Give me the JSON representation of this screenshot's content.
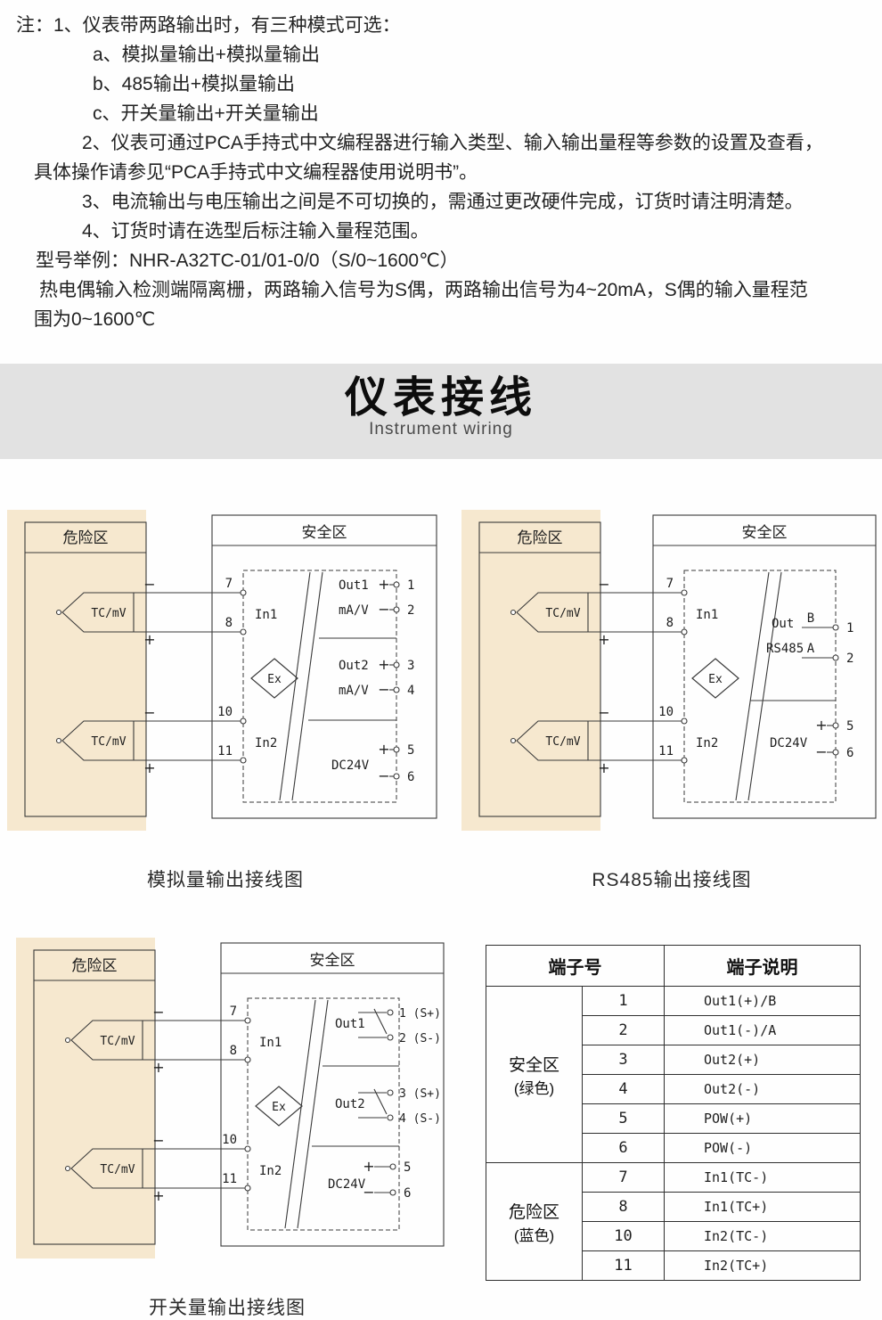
{
  "notes": {
    "line1": "注：1、仪表带两路输出时，有三种模式可选：",
    "line2": "a、模拟量输出+模拟量输出",
    "line3": "b、485输出+模拟量输出",
    "line4": "c、开关量输出+开关量输出",
    "line5": "2、仪表可通过PCA手持式中文编程器进行输入类型、输入输出量程等参数的设置及查看，",
    "line6": "具体操作请参见“PCA手持式中文编程器使用说明书”。",
    "line7": "3、电流输出与电压输出之间是不可切换的，需通过更改硬件完成，订货时请注明清楚。",
    "line8": "4、订货时请在选型后标注输入量程范围。",
    "line9": "型号举例：NHR-A32TC-01/01-0/0（S/0~1600℃）",
    "line10": "热电偶输入检测端隔离栅，两路输入信号为S偶，两路输出信号为4~20mA，S偶的输入量程范",
    "line11": "围为0~1600℃"
  },
  "banner": {
    "title": "仪表接线",
    "subtitle": "Instrument wiring"
  },
  "zones": {
    "danger": "危险区",
    "safe": "安全区",
    "sensor": "TC/mV"
  },
  "sym": {
    "plus": "+",
    "minus": "−"
  },
  "d1": {
    "caption": "模拟量输出接线图",
    "in1": "In1",
    "in2": "In2",
    "ex": "Ex",
    "t7": "7",
    "t8": "8",
    "t10": "10",
    "t11": "11",
    "out1": "Out1",
    "out1_unit": "mA/V",
    "out2": "Out2",
    "out2_unit": "mA/V",
    "power": "DC24V",
    "n1": "1",
    "n2": "2",
    "n3": "3",
    "n4": "4",
    "n5": "5",
    "n6": "6"
  },
  "d2": {
    "caption": "RS485输出接线图",
    "in1": "In1",
    "in2": "In2",
    "ex": "Ex",
    "t7": "7",
    "t8": "8",
    "t10": "10",
    "t11": "11",
    "out": "Out",
    "bus": "RS485",
    "b": "B",
    "a": "A",
    "power": "DC24V",
    "n1": "1",
    "n2": "2",
    "n5": "5",
    "n6": "6"
  },
  "d3": {
    "caption": "开关量输出接线图",
    "in1": "In1",
    "in2": "In2",
    "ex": "Ex",
    "t7": "7",
    "t8": "8",
    "t10": "10",
    "t11": "11",
    "out1": "Out1",
    "out2": "Out2",
    "s1": "1 (S+)",
    "s2": "2 (S-)",
    "s3": "3 (S+)",
    "s4": "4 (S-)",
    "power": "DC24V",
    "n5": "5",
    "n6": "6"
  },
  "table": {
    "header_no": "端子号",
    "header_desc": "端子说明",
    "groups": [
      {
        "label1": "安全区",
        "label2": "(绿色)",
        "rows": [
          {
            "no": "1",
            "desc": "Out1(+)/B"
          },
          {
            "no": "2",
            "desc": "Out1(-)/A"
          },
          {
            "no": "3",
            "desc": "Out2(+)"
          },
          {
            "no": "4",
            "desc": "Out2(-)"
          },
          {
            "no": "5",
            "desc": "POW(+)"
          },
          {
            "no": "6",
            "desc": "POW(-)"
          }
        ]
      },
      {
        "label1": "危险区",
        "label2": "(蓝色)",
        "rows": [
          {
            "no": "7",
            "desc": "In1(TC-)"
          },
          {
            "no": "8",
            "desc": "In1(TC+)"
          },
          {
            "no": "10",
            "desc": "In2(TC-)"
          },
          {
            "no": "11",
            "desc": "In2(TC+)"
          }
        ]
      }
    ]
  }
}
